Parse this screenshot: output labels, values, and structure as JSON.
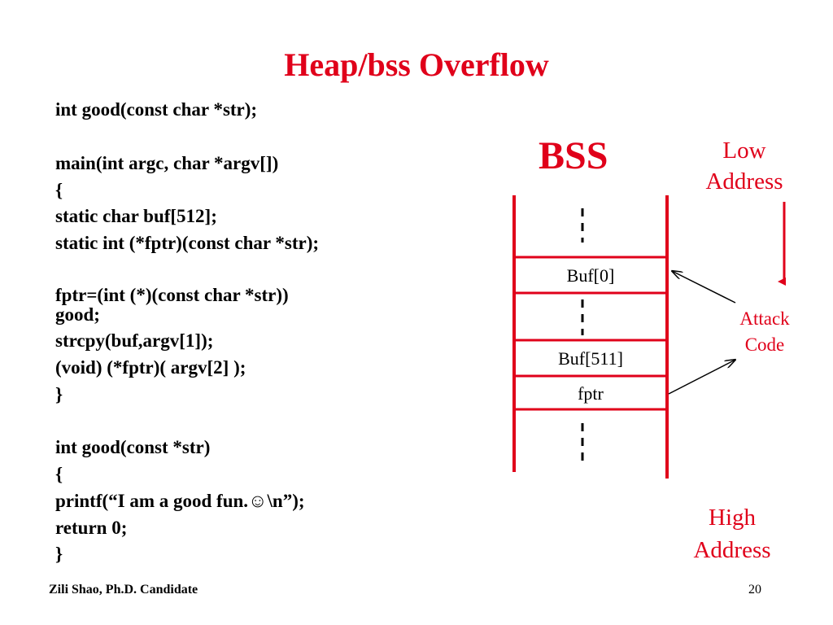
{
  "title": "Heap/bss Overflow",
  "code_lines": [
    "int good(const char *str);",
    "",
    "main(int argc, char *argv[])",
    "{",
    "      static char buf[512];",
    "      static int (*fptr)(const char *str);",
    "",
    "      fptr=(int (*)(const char *str))",
    "                good;",
    "      strcpy(buf,argv[1]);",
    "      (void) (*fptr)( argv[2] );",
    "}",
    "",
    "int good(const *str)",
    "{",
    "      printf(“I am a good fun.☺\\n”);",
    "      return 0;",
    "}"
  ],
  "diagram": {
    "heading": "BSS",
    "low_label_1": "Low",
    "low_label_2": "Address",
    "high_label_1": "High",
    "high_label_2": "Address",
    "attack_label_1": "Attack",
    "attack_label_2": "Code",
    "cell_buf0": "Buf[0]",
    "cell_buf511": "Buf[511]",
    "cell_fptr": "fptr",
    "accent_color": "#e0001a"
  },
  "footer": {
    "author": "Zili Shao, Ph.D. Candidate",
    "page_number": "20"
  }
}
